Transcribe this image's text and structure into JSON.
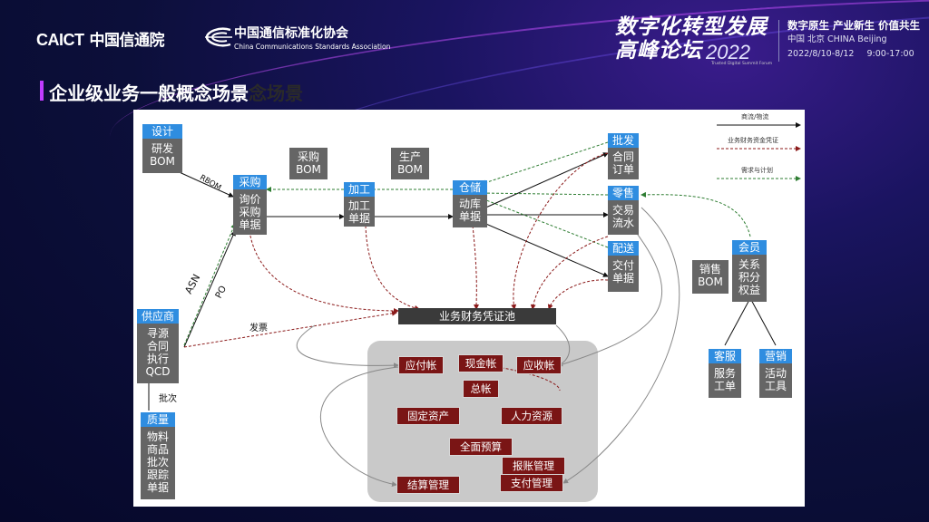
{
  "header": {
    "caict_logo": "CAICT",
    "caict_name": "中国信通院",
    "ccsa_name": "中国通信标准化协会",
    "ccsa_en": "China Communications Standards Association",
    "forum_line1": "数字化转型发展",
    "forum_line2": "高峰论坛",
    "forum_year": "2022",
    "forum_sub": "Trusted Digital Summit Forum",
    "slogan": "数字原生 产业新生 价值共生",
    "location": "中国  北京   CHINA    Beijing",
    "date": "2022/8/10-8/12",
    "time": "9:00-17:00"
  },
  "slide": {
    "title": "企业级业务一般概念场景",
    "title_ghost": "念场景"
  },
  "diagram": {
    "nodes": {
      "design": {
        "head": "设计",
        "body": "研发\nBOM"
      },
      "purchase": {
        "head": "采购",
        "body": "询价\n采购\n单据"
      },
      "purchase_bom": "采购\nBOM",
      "production_bom": "生产\nBOM",
      "processing": {
        "head": "加工",
        "body": "加工\n单据"
      },
      "warehouse": {
        "head": "仓储",
        "body": "动库\n单据"
      },
      "wholesale": {
        "head": "批发",
        "body": "合同\n订单"
      },
      "retail": {
        "head": "零售",
        "body": "交易\n流水"
      },
      "delivery": {
        "head": "配送",
        "body": "交付\n单据"
      },
      "member": {
        "head": "会员",
        "body": "关系\n积分\n权益"
      },
      "sales_bom": "销售\nBOM",
      "supplier": {
        "head": "供应商",
        "body": "寻源\n合同\n执行\nQCD"
      },
      "quality": {
        "head": "质量",
        "body": "物料\n商品\n批次\n跟踪\n单据"
      },
      "service": {
        "head": "客服",
        "body": "服务\n工单"
      },
      "marketing": {
        "head": "营销",
        "body": "活动\n工具"
      },
      "voucher_pool": "业务财务凭证池"
    },
    "finance": {
      "payable": "应付帐",
      "cash": "现金帐",
      "receivable": "应收帐",
      "ledger": "总帐",
      "fixed_assets": "固定资产",
      "hr": "人力资源",
      "budget": "全面预算",
      "expense": "报账管理",
      "settlement": "结算管理",
      "payment": "支付管理"
    },
    "labels": {
      "rbom": "RBOM",
      "asn": "ASN",
      "po": "PO",
      "invoice": "发票",
      "batch": "批次"
    },
    "legend": {
      "flow": "商流/物流",
      "finance": "业务财务资金凭证",
      "demand": "需求与计划"
    },
    "colors": {
      "flow": "#111111",
      "finance": "#8b1a1a",
      "demand": "#2e7d32",
      "head": "#2f8de0",
      "box": "#656565",
      "fin_box": "#7a1515"
    }
  }
}
